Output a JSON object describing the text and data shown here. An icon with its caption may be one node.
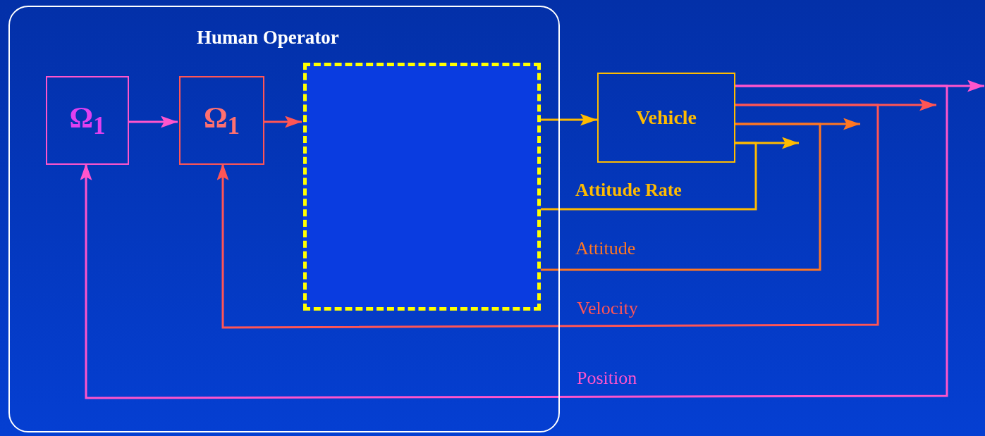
{
  "diagram": {
    "nodes": [
      {
        "text": [
          "Human Operator"
        ]
      },
      {
        "text": [
          "Ω$_{1}$"
        ],
        "in": 0
      },
      {
        "text": [
          "Ω$_{1}$"
        ],
        "in": 0
      },
      {
        "text": [],
        "shape": "box",
        "in": 0
      },
      {
        "text": [
          "Vehicle"
        ]
      }
    ],
    "edges": [
      {
        "from": 1,
        "to": 2,
        "arrow": "to",
        "color": "#ff55cc"
      },
      {
        "from": 2,
        "to": 3,
        "arrow": "to",
        "color": "#ff5555"
      },
      {
        "from": 3,
        "to": 4,
        "arrow": "to",
        "color": "#ffbb00"
      },
      {
        "from": 4,
        "to": null,
        "arrow": "to",
        "color": "#ff55cc"
      },
      {
        "from": 4,
        "to": null,
        "arrow": "to",
        "color": "#ff5555"
      },
      {
        "from": 4,
        "to": null,
        "arrow": "to",
        "color": "#ff7722"
      },
      {
        "from": 4,
        "to": null,
        "arrow": "to",
        "color": "#ffbb00"
      },
      {
        "from": 4,
        "to": 3,
        "arrow": "none",
        "label": "Attitude Rate",
        "color": "#ffbb00"
      },
      {
        "from": 4,
        "to": 3,
        "arrow": "none",
        "label": "Attitude",
        "color": "#ff7722"
      },
      {
        "from": 4,
        "to": 2,
        "arrow": "to",
        "label": "Velocity",
        "color": "#ff5555"
      },
      {
        "from": 4,
        "to": 1,
        "arrow": "to",
        "label": "Position",
        "color": "#ff55cc"
      }
    ]
  }
}
